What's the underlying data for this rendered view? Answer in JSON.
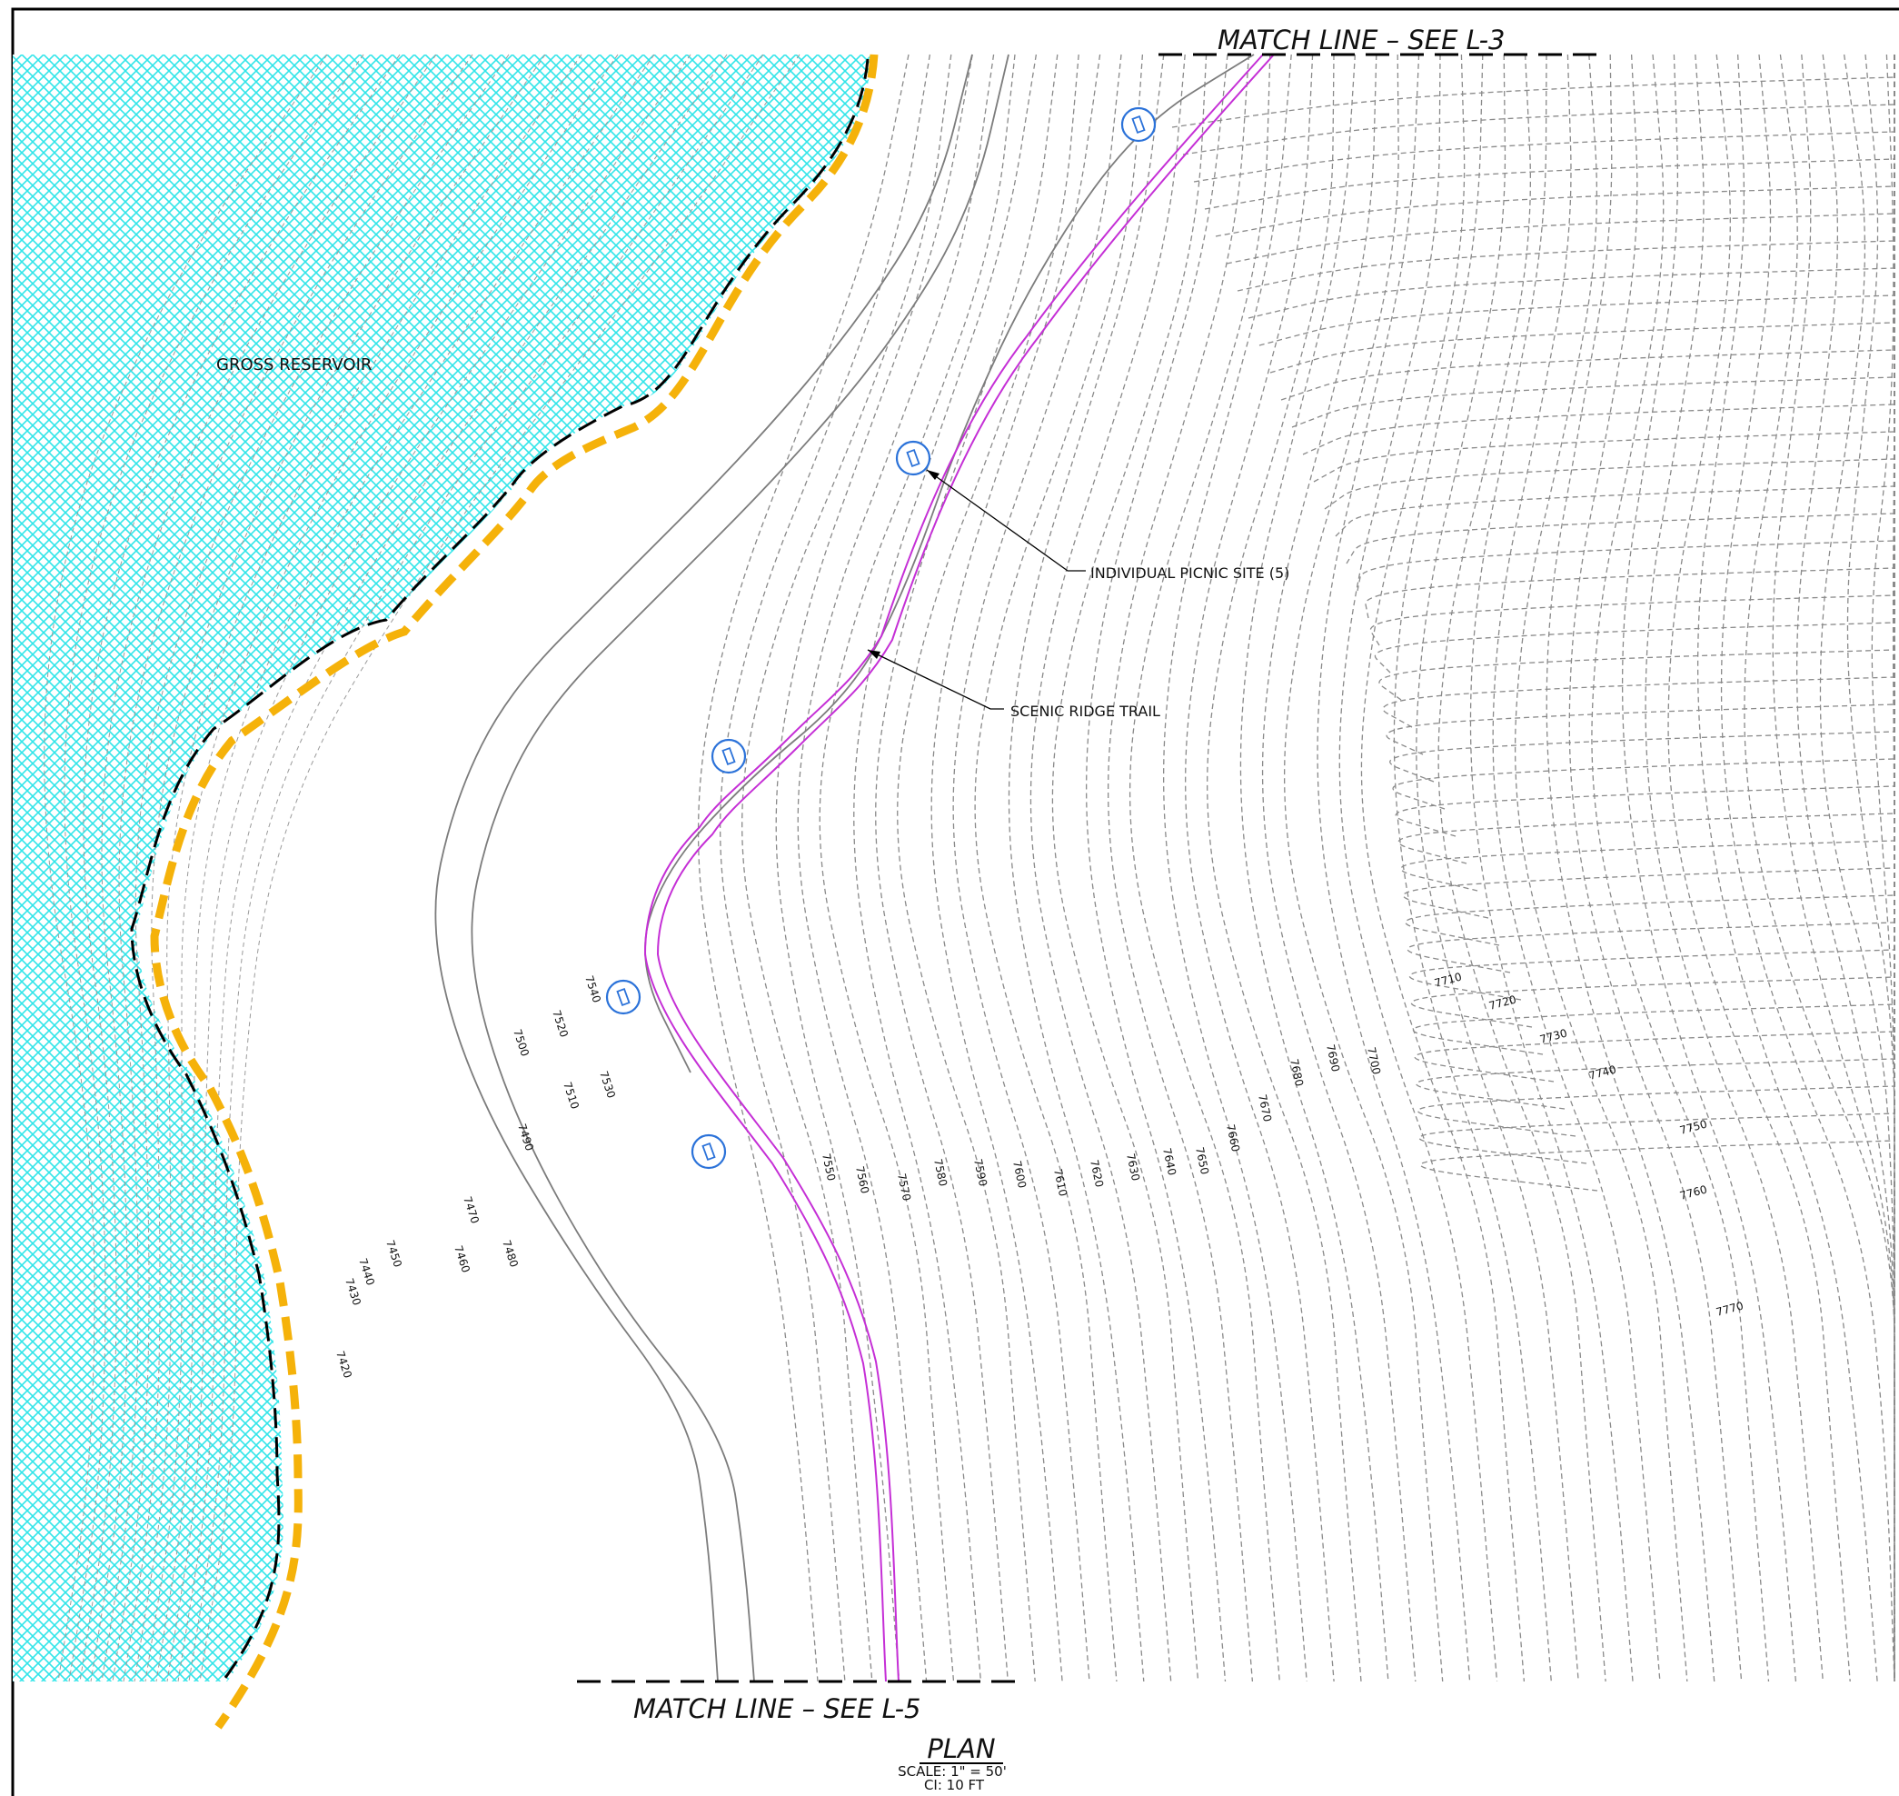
{
  "match_lines": {
    "top": "MATCH LINE – SEE L-3",
    "bottom": "MATCH LINE – SEE L-5"
  },
  "labels": {
    "reservoir": "GROSS RESERVOIR",
    "picnic": "INDIVIDUAL PICNIC SITE (5)",
    "trail": "SCENIC RIDGE TRAIL"
  },
  "plan": {
    "title": "PLAN",
    "scale": "SCALE: 1\" = 50'",
    "ci": "CI: 10 FT"
  },
  "contours": {
    "left_band": [
      "7420",
      "7430",
      "7440",
      "7450",
      "7460",
      "7470",
      "7480",
      "7490",
      "7500",
      "7510",
      "7520",
      "7530",
      "7540"
    ],
    "mid_band": [
      "7550",
      "7560",
      "7570",
      "7580",
      "7590",
      "7600",
      "7610",
      "7620",
      "7630",
      "7640",
      "7650",
      "7660",
      "7670",
      "7680",
      "7690",
      "7700"
    ],
    "upper_band": [
      "7710",
      "7720",
      "7730",
      "7740",
      "7750",
      "7760",
      "7770"
    ]
  },
  "picnic_site_count": 5,
  "colors": {
    "water": "#31e5e9",
    "shoreline": "#f5b20a",
    "trail": "#c52fd6",
    "picnic": "#2b72d9",
    "contour": "#8a8a8a"
  }
}
